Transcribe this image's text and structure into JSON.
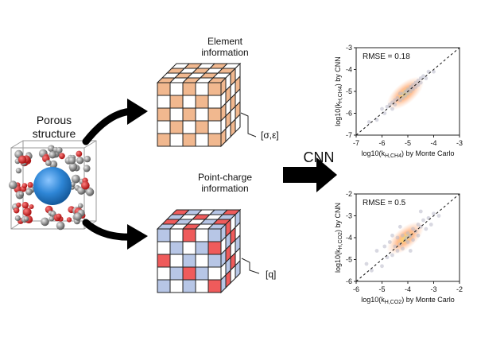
{
  "labels": {
    "porous_title": "Porous\nstructure",
    "element_title": "Element\ninformation",
    "point_charge_title": "Point-charge\ninformation",
    "sigma_eps_bracket": "[σ,ε]",
    "q_bracket": "[q]",
    "cnn": "CNN"
  },
  "colors": {
    "element_fill": "#f1b88f",
    "charge_fill_blue": "#b7c6e6",
    "charge_fill_red": "#ef5b5b",
    "sphere": "#2e86d6",
    "arrow": "#000000"
  },
  "chart_data": [
    {
      "type": "scatter",
      "rmse": "RMSE = 0.18",
      "xlabel_prefix": "log10(k",
      "xlabel_sub": "H,CH4",
      "xlabel_suffix": ") by Monte Carlo",
      "ylabel_prefix": "log10(k",
      "ylabel_sub": "H,CH4",
      "ylabel_suffix": ") by CNN",
      "xlim": [
        -7,
        -3
      ],
      "ylim": [
        -7,
        -3
      ],
      "xticks": [
        "-7",
        "-6",
        "-5",
        "-4",
        "-3"
      ],
      "yticks": [
        "-7",
        "-6",
        "-5",
        "-4",
        "-3"
      ],
      "diagonal": true,
      "points": [
        [
          -6.5,
          -6.4
        ],
        [
          -6.2,
          -6.3
        ],
        [
          -6.0,
          -5.8
        ],
        [
          -5.9,
          -6.0
        ],
        [
          -5.8,
          -5.7
        ],
        [
          -5.7,
          -5.6
        ],
        [
          -5.6,
          -5.5
        ],
        [
          -5.5,
          -5.4
        ],
        [
          -5.5,
          -5.6
        ],
        [
          -5.4,
          -5.3
        ],
        [
          -5.3,
          -5.4
        ],
        [
          -5.2,
          -5.1
        ],
        [
          -5.2,
          -5.3
        ],
        [
          -5.1,
          -5.0
        ],
        [
          -5.0,
          -5.1
        ],
        [
          -5.0,
          -4.9
        ],
        [
          -4.9,
          -4.8
        ],
        [
          -4.9,
          -5.0
        ],
        [
          -4.8,
          -4.9
        ],
        [
          -4.8,
          -4.7
        ],
        [
          -4.7,
          -4.6
        ],
        [
          -4.7,
          -4.8
        ],
        [
          -4.6,
          -4.5
        ],
        [
          -4.6,
          -4.7
        ],
        [
          -4.5,
          -4.6
        ],
        [
          -4.5,
          -4.4
        ],
        [
          -4.4,
          -4.3
        ],
        [
          -4.3,
          -4.4
        ],
        [
          -4.2,
          -4.1
        ],
        [
          -4.0,
          -4.1
        ],
        [
          -5.6,
          -5.8
        ],
        [
          -5.3,
          -5.1
        ],
        [
          -5.1,
          -5.2
        ],
        [
          -4.95,
          -4.95
        ],
        [
          -5.05,
          -5.0
        ],
        [
          -4.85,
          -4.85
        ]
      ]
    },
    {
      "type": "scatter",
      "rmse": "RMSE = 0.5",
      "xlabel_prefix": "log10(k",
      "xlabel_sub": "H,CO2",
      "xlabel_suffix": ") by Monte Carlo",
      "ylabel_prefix": "log10(k",
      "ylabel_sub": "H,CO2",
      "ylabel_suffix": ") by CNN",
      "xlim": [
        -6,
        -2
      ],
      "ylim": [
        -6,
        -2
      ],
      "xticks": [
        "-6",
        "-5",
        "-4",
        "-3",
        "-2"
      ],
      "yticks": [
        "-6",
        "-5",
        "-4",
        "-3",
        "-2"
      ],
      "diagonal": true,
      "points": [
        [
          -5.6,
          -5.2
        ],
        [
          -5.4,
          -5.5
        ],
        [
          -5.2,
          -4.6
        ],
        [
          -5.0,
          -5.3
        ],
        [
          -4.9,
          -4.4
        ],
        [
          -4.8,
          -4.9
        ],
        [
          -4.7,
          -4.2
        ],
        [
          -4.6,
          -4.8
        ],
        [
          -4.5,
          -4.4
        ],
        [
          -4.4,
          -4.0
        ],
        [
          -4.4,
          -4.6
        ],
        [
          -4.3,
          -4.3
        ],
        [
          -4.2,
          -3.9
        ],
        [
          -4.2,
          -4.5
        ],
        [
          -4.1,
          -4.1
        ],
        [
          -4.0,
          -3.8
        ],
        [
          -4.0,
          -4.2
        ],
        [
          -3.9,
          -3.9
        ],
        [
          -3.8,
          -3.6
        ],
        [
          -3.8,
          -4.1
        ],
        [
          -3.7,
          -3.7
        ],
        [
          -3.6,
          -3.4
        ],
        [
          -3.6,
          -3.9
        ],
        [
          -3.5,
          -3.5
        ],
        [
          -3.4,
          -3.2
        ],
        [
          -3.3,
          -3.6
        ],
        [
          -3.2,
          -3.1
        ],
        [
          -3.1,
          -3.4
        ],
        [
          -3.0,
          -2.9
        ],
        [
          -2.8,
          -3.0
        ],
        [
          -4.3,
          -3.5
        ],
        [
          -3.9,
          -4.6
        ],
        [
          -3.5,
          -2.8
        ],
        [
          -4.6,
          -3.9
        ],
        [
          -3.95,
          -3.95
        ],
        [
          -4.05,
          -4.0
        ]
      ]
    }
  ]
}
